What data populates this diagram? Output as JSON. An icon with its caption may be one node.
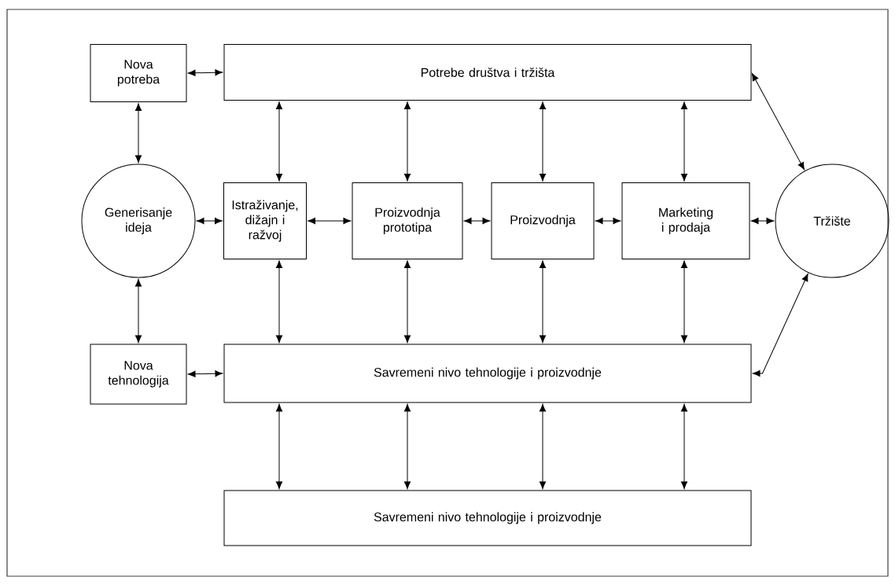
{
  "diagram": {
    "nodes": [
      {
        "text": [
          "Nova potreba"
        ]
      },
      {
        "text": [
          "Potrebe društva i tržišta"
        ]
      },
      {
        "text": [
          "Generisanje ideja"
        ]
      },
      {
        "text": [
          "Istraživanje, dižajn i ražvoj"
        ]
      },
      {
        "text": [
          "Proizvodnja prototipa"
        ]
      },
      {
        "text": [
          "Proizvodnja"
        ]
      },
      {
        "text": [
          "Marketing i prodaja"
        ]
      },
      {
        "text": [
          "Tržište"
        ]
      },
      {
        "text": [
          "Nova tehnologija"
        ]
      },
      {
        "text": [
          "Savremeni nivo tehnologije i proizvodnje"
        ]
      },
      {
        "text": [
          "Savremeni nivo tehnologije i proizvodnje"
        ]
      }
    ],
    "edges": [
      {
        "from": 0,
        "to": 1,
        "arrow": "both"
      },
      {
        "from": 1,
        "to": 7,
        "arrow": "both"
      },
      {
        "from": 0,
        "to": 2,
        "arrow": "both"
      },
      {
        "from": 2,
        "to": 8,
        "arrow": "both"
      },
      {
        "from": 8,
        "to": 9,
        "arrow": "both"
      },
      {
        "from": 9,
        "to": 7,
        "arrow": "both"
      },
      {
        "from": 2,
        "to": 3,
        "arrow": "both"
      },
      {
        "from": 3,
        "to": 4,
        "arrow": "both"
      },
      {
        "from": 4,
        "to": 5,
        "arrow": "both"
      },
      {
        "from": 5,
        "to": 6,
        "arrow": "both"
      },
      {
        "from": 6,
        "to": 7,
        "arrow": "both"
      },
      {
        "from": 1,
        "to": 3,
        "arrow": "both"
      },
      {
        "from": 1,
        "to": 4,
        "arrow": "both"
      },
      {
        "from": 1,
        "to": 5,
        "arrow": "both"
      },
      {
        "from": 1,
        "to": 6,
        "arrow": "both"
      },
      {
        "from": 3,
        "to": 9,
        "arrow": "both"
      },
      {
        "from": 4,
        "to": 9,
        "arrow": "both"
      },
      {
        "from": 5,
        "to": 9,
        "arrow": "both"
      },
      {
        "from": 6,
        "to": 9,
        "arrow": "both"
      },
      {
        "from": 9,
        "to": 10,
        "arrow": "both"
      },
      {
        "from": 9,
        "to": 10,
        "arrow": "both"
      },
      {
        "from": 9,
        "to": 10,
        "arrow": "both"
      },
      {
        "from": 9,
        "to": 10,
        "arrow": "both"
      }
    ]
  }
}
